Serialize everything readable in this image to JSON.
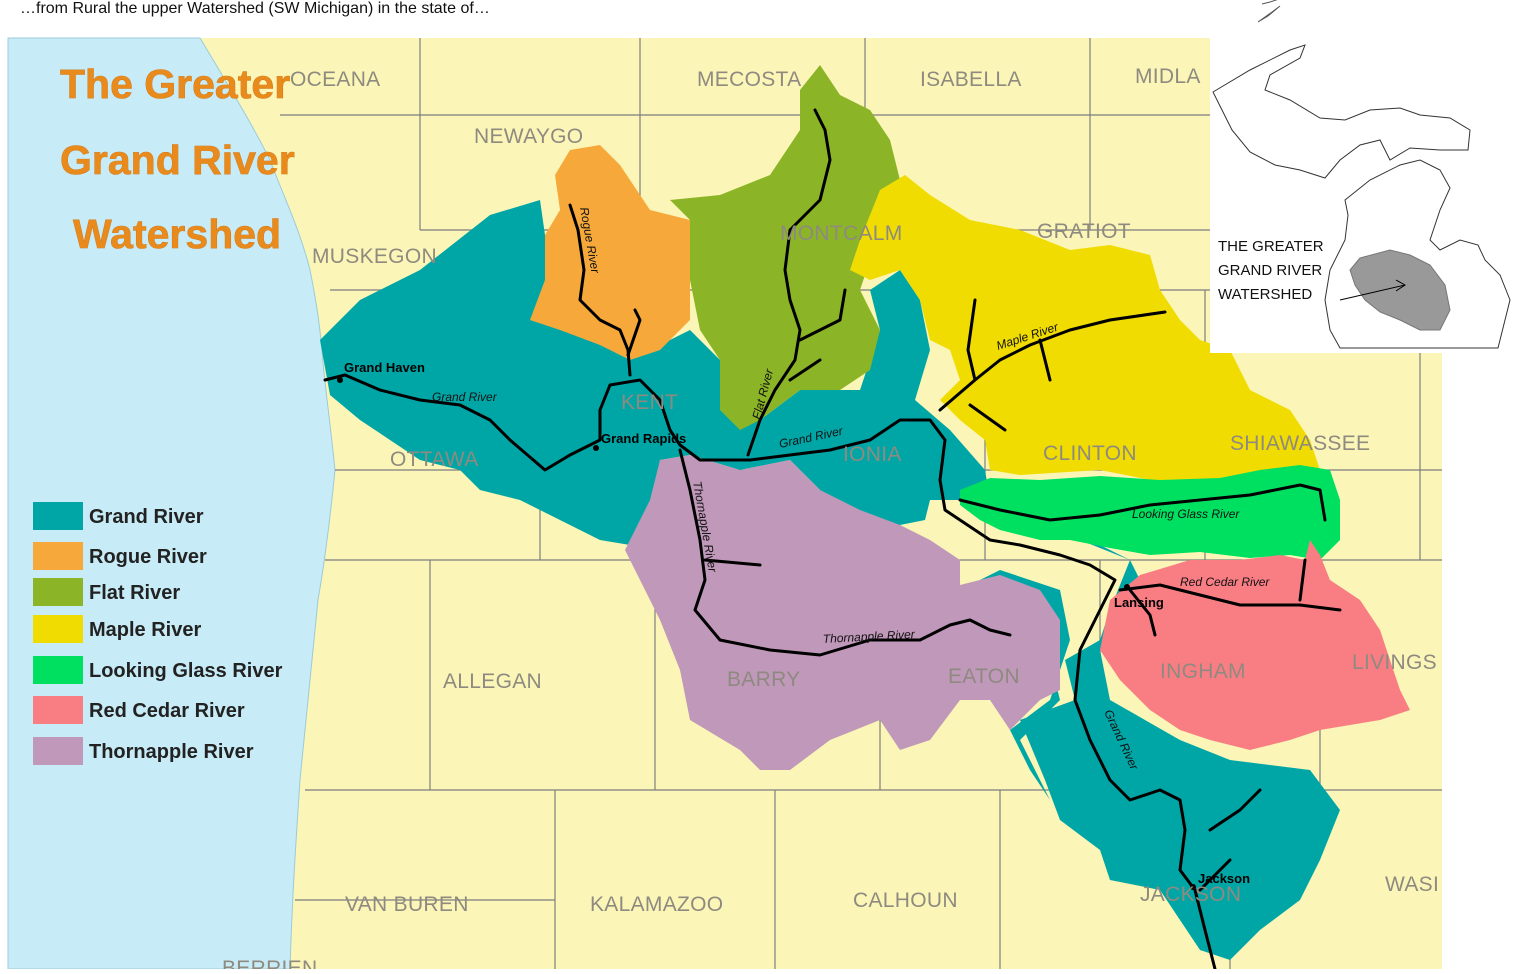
{
  "header_text": "…from Rural the upper Watershed (SW Michigan) in the state of…",
  "title_lines": [
    "The Greater",
    "Grand River",
    "Watershed"
  ],
  "counties": {
    "oceana": "OCEANA",
    "newaygo": "NEWAYGO",
    "mecosta": "MECOSTA",
    "isabella": "ISABELLA",
    "midland": "MIDLA",
    "muskegon": "MUSKEGON",
    "montcalm": "MONTCALM",
    "gratiot": "GRATIOT",
    "kent": "KENT",
    "ottawa": "OTTAWA",
    "ionia": "IONIA",
    "clinton": "CLINTON",
    "shiawassee": "SHIAWASSEE",
    "allegan": "ALLEGAN",
    "barry": "BARRY",
    "eaton": "EATON",
    "ingham": "INGHAM",
    "livingston": "LIVINGS",
    "van_buren": "VAN BUREN",
    "kalamazoo": "KALAMAZOO",
    "calhoun": "CALHOUN",
    "jackson": "JACKSON",
    "washtenaw": "WASI",
    "berrien": "BERRIEN"
  },
  "cities": {
    "grand_haven": "Grand Haven",
    "grand_rapids": "Grand Rapids",
    "lansing": "Lansing",
    "jackson": "Jackson"
  },
  "river_labels": {
    "rogue": "Rogue River",
    "flat": "Flat River",
    "maple": "Maple River",
    "grand_1": "Grand River",
    "grand_2": "Grand River",
    "grand_3": "Grand River",
    "thornapple_1": "Thornapple River",
    "thornapple_2": "Thornapple River",
    "looking_glass": "Looking Glass River",
    "red_cedar": "Red Cedar River"
  },
  "legend": [
    {
      "label": "Grand River",
      "color": "#00a6a6"
    },
    {
      "label": "Rogue River",
      "color": "#f7a83a"
    },
    {
      "label": "Flat River",
      "color": "#8bb526"
    },
    {
      "label": "Maple River",
      "color": "#f0dc00"
    },
    {
      "label": "Looking Glass River",
      "color": "#00e060"
    },
    {
      "label": "Red Cedar River",
      "color": "#f87e84"
    },
    {
      "label": "Thornapple River",
      "color": "#bf98ba"
    }
  ],
  "inset": {
    "label_lines": [
      "THE GREATER",
      "GRAND RIVER",
      "WATERSHED"
    ]
  },
  "colors": {
    "land": "#fbf6b8",
    "water": "#c7ecf7",
    "county_line": "#7e7e7e",
    "title": "#e98a1c"
  }
}
